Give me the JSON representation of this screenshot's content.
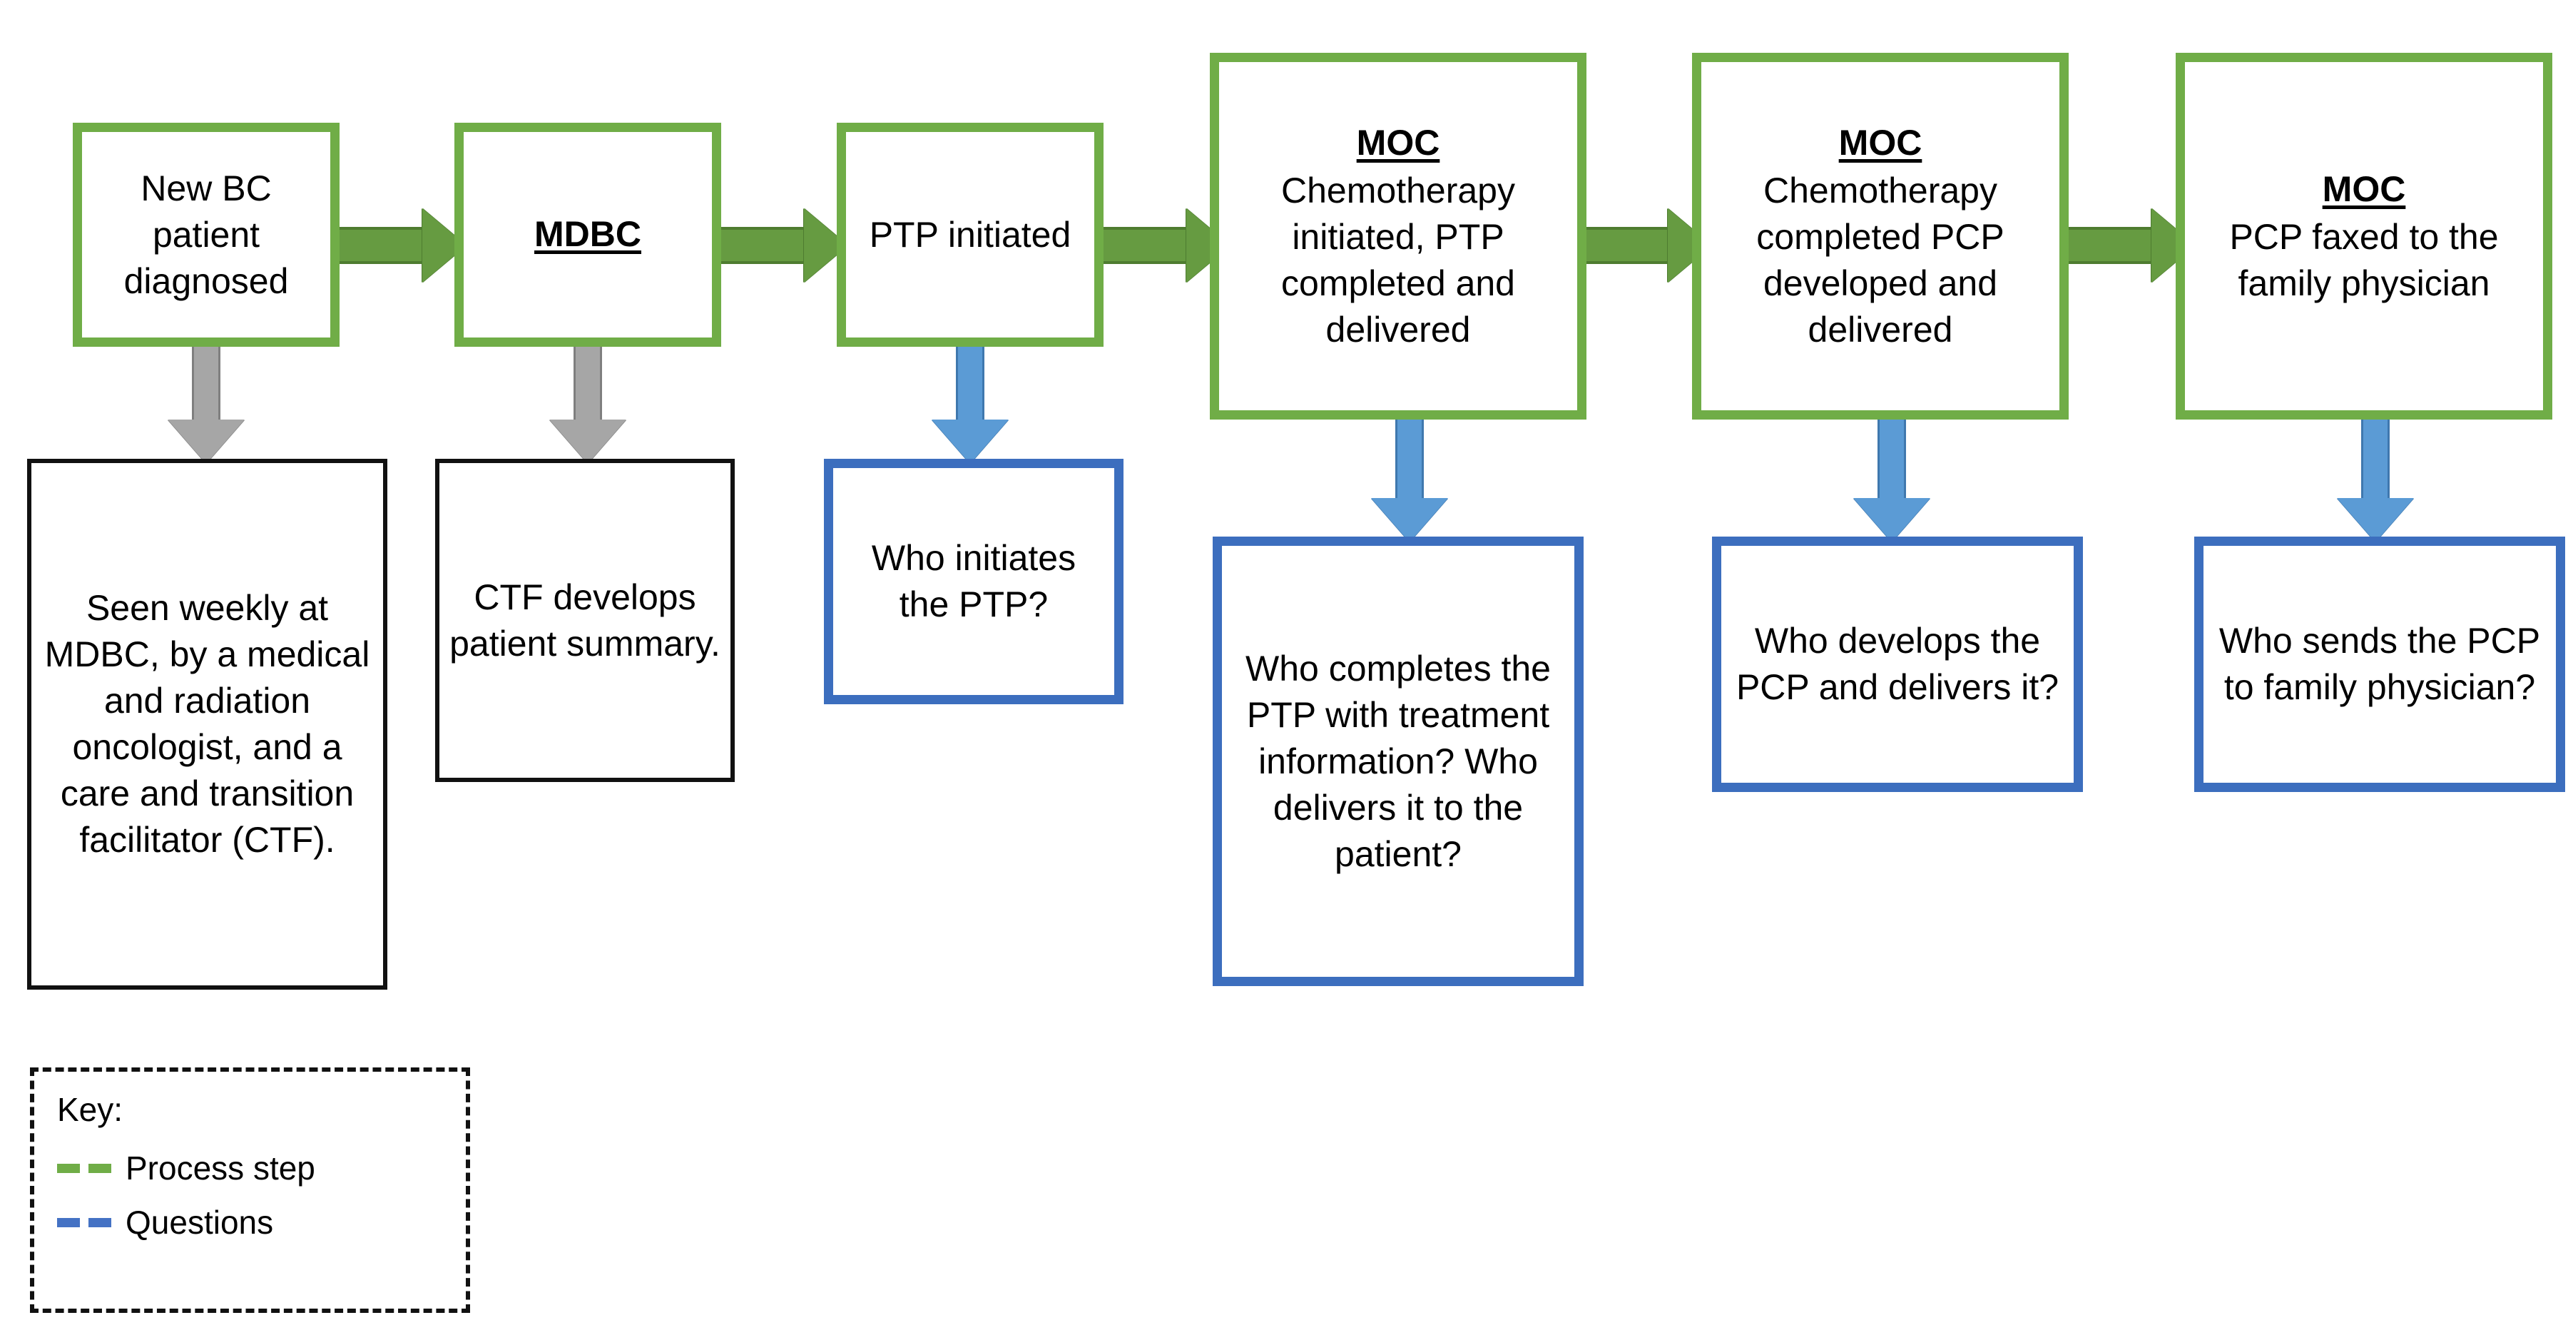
{
  "diagram": {
    "title": "Breast cancer patient care process flow with questions",
    "colors": {
      "process_border": "#70AD47",
      "process_arrow_fill": "#669B41",
      "process_arrow_border": "#4E7C30",
      "question_border": "#3C6EBE",
      "question_arrow_fill": "#5B9BD5",
      "question_arrow_border": "#3F78AE",
      "detail_border": "#111111",
      "detail_arrow_fill": "#A6A6A6",
      "detail_arrow_border": "#7F7F7F"
    }
  },
  "process_steps": [
    {
      "id": "step1",
      "heading": "",
      "text": "New BC patient diagnosed"
    },
    {
      "id": "step2",
      "heading": "MDBC",
      "text": ""
    },
    {
      "id": "step3",
      "heading": "",
      "text": "PTP initiated"
    },
    {
      "id": "step4",
      "heading": "MOC",
      "text": "Chemotherapy initiated, PTP completed and delivered"
    },
    {
      "id": "step5",
      "heading": "MOC",
      "text": "Chemotherapy completed PCP developed and delivered"
    },
    {
      "id": "step6",
      "heading": "MOC",
      "text": "PCP faxed to the family physician"
    }
  ],
  "detail_notes": [
    {
      "id": "note1",
      "text": "Seen weekly at MDBC, by a medical and radiation oncologist, and a care and transition facilitator (CTF)."
    },
    {
      "id": "note2",
      "text": "CTF develops patient summary."
    }
  ],
  "questions": [
    {
      "id": "q1",
      "text": "Who initiates the PTP?"
    },
    {
      "id": "q2",
      "text": "Who completes the PTP with treatment information? Who delivers it to the patient?"
    },
    {
      "id": "q3",
      "text": "Who develops the PCP and delivers it?"
    },
    {
      "id": "q4",
      "text": "Who sends the PCP to family physician?"
    }
  ],
  "key": {
    "title": "Key:",
    "items": [
      {
        "id": "key-process",
        "label": "Process step",
        "color": "#70AD47"
      },
      {
        "id": "key-question",
        "label": "Questions",
        "color": "#4472C4"
      }
    ]
  }
}
